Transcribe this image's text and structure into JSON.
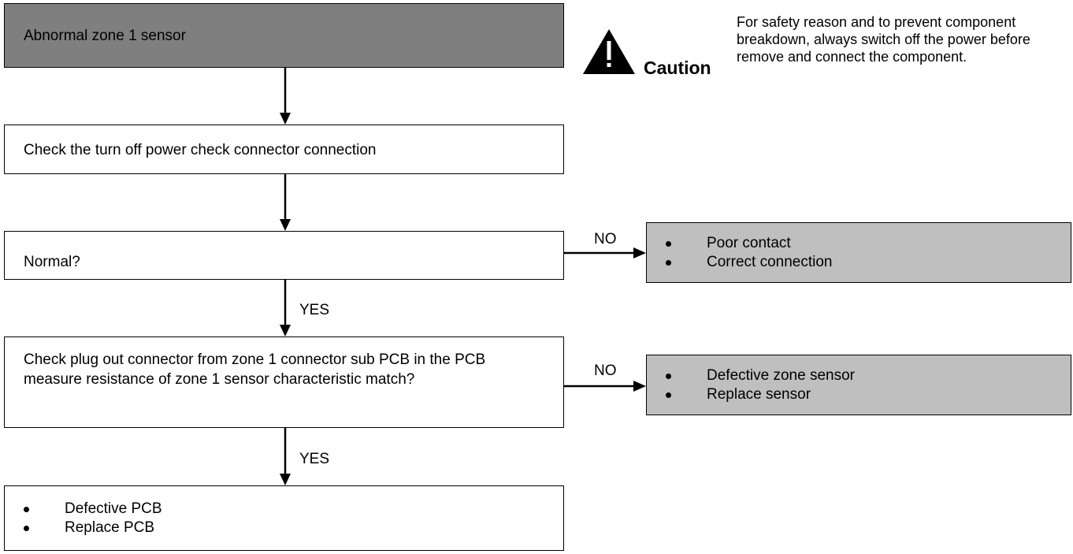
{
  "flow": {
    "start": "Abnormal zone 1 sensor",
    "step_check_connector": "Check the turn off power check connector connection",
    "decision_normal": "Normal?",
    "decision_resistance": "Check plug out connector from zone 1 connector sub PCB in the PCB measure resistance of zone 1 sensor characteristic match?",
    "end_items": [
      "Defective PCB",
      "Replace PCB"
    ]
  },
  "branches": {
    "normal_no_items": [
      "Poor contact",
      "Correct connection"
    ],
    "resistance_no_items": [
      "Defective zone sensor",
      "Replace sensor"
    ]
  },
  "edge_labels": {
    "yes": "YES",
    "no": "NO"
  },
  "caution": {
    "title": "Caution",
    "text": "For safety reason and to prevent component breakdown, always switch off the power before remove and connect the component."
  },
  "colors": {
    "start_fill": "#7f7f7f",
    "branch_fill": "#bfbfbf",
    "line": "#000000"
  }
}
